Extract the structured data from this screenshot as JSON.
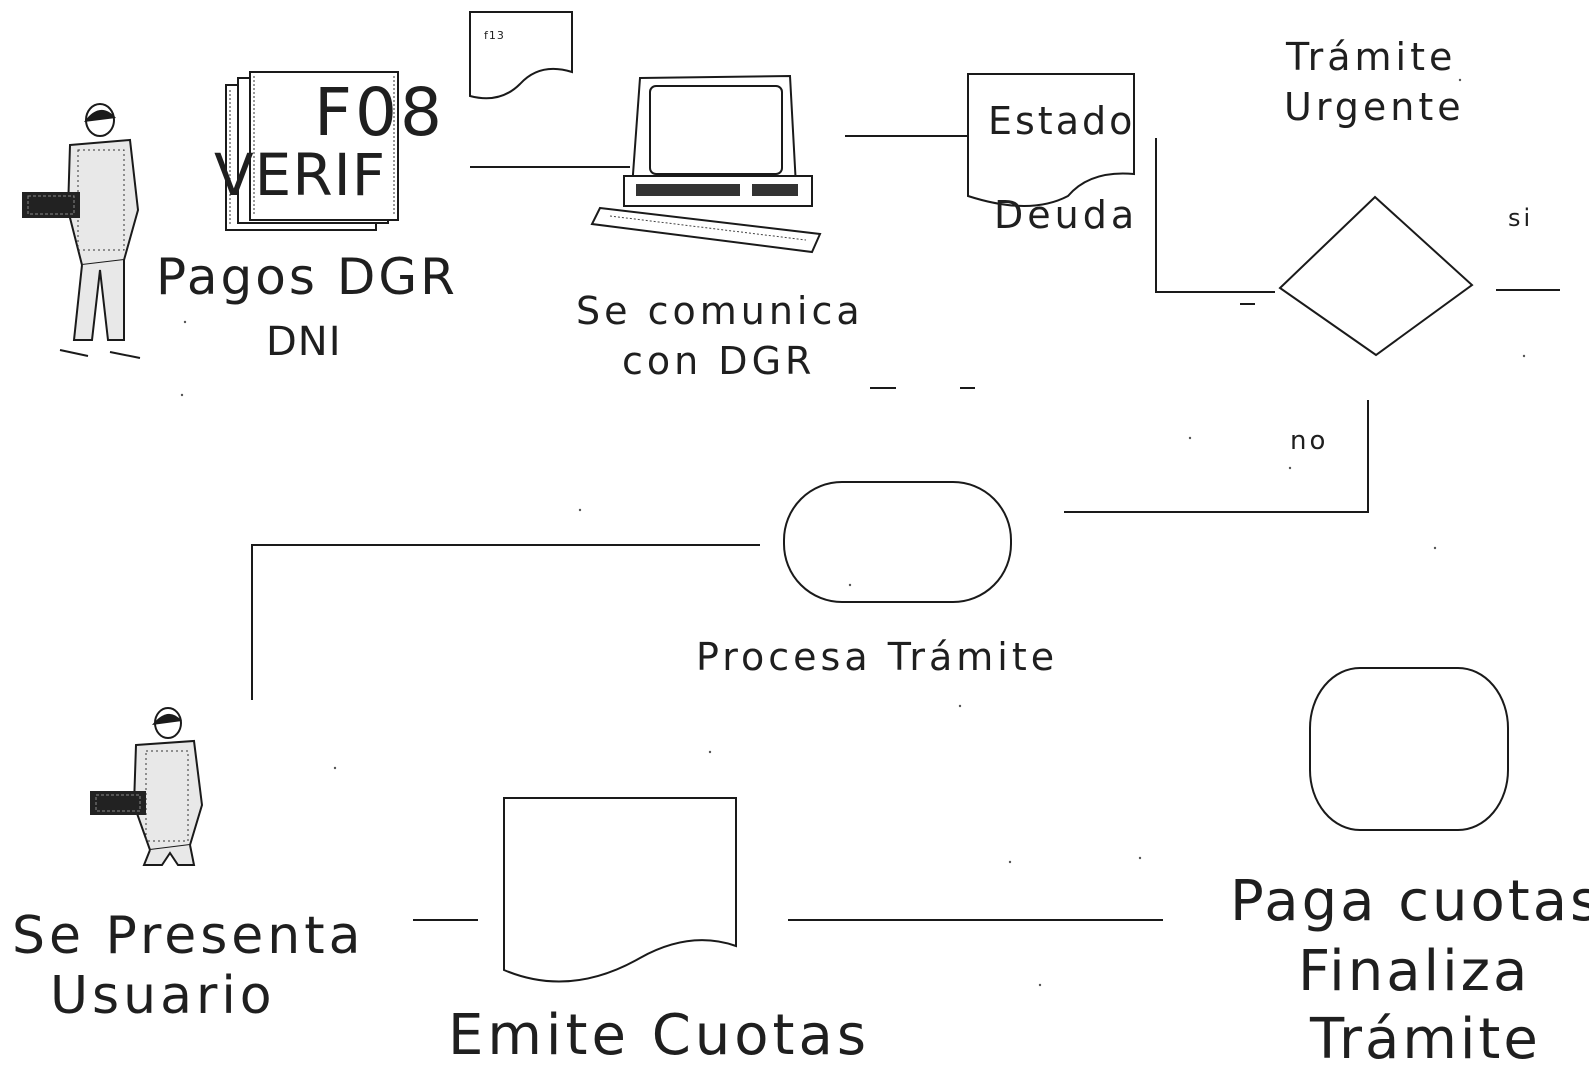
{
  "people": {
    "top": {
      "icon": "person-with-briefcase-icon"
    },
    "bottom": {
      "icon": "person-with-briefcase-icon"
    }
  },
  "documents": {
    "f08": {
      "line1": "F08",
      "line2": "VERIF",
      "icon": "document-stack-icon"
    },
    "small_note": {
      "text": "f13",
      "icon": "document-icon"
    },
    "estado": {
      "text": "Estado",
      "icon": "document-icon"
    },
    "cuotas": {
      "icon": "document-icon"
    }
  },
  "computer": {
    "icon": "desktop-computer-icon"
  },
  "labels": {
    "pagos_dgr": "Pagos DGR",
    "dni": "DNI",
    "se_comunica": "Se comunica",
    "con_dgr": "con DGR",
    "deuda": "Deuda",
    "tramite": "Trámite",
    "urgente": "Urgente",
    "si": "si",
    "no": "no",
    "procesa_tramite": "Procesa Trámite",
    "se_presenta": "Se Presenta",
    "usuario": "Usuario",
    "emite_cuotas": "Emite Cuotas",
    "paga_cuotas": "Paga cuotas",
    "finaliza": "Finaliza",
    "tramite_final": "Trámite"
  }
}
